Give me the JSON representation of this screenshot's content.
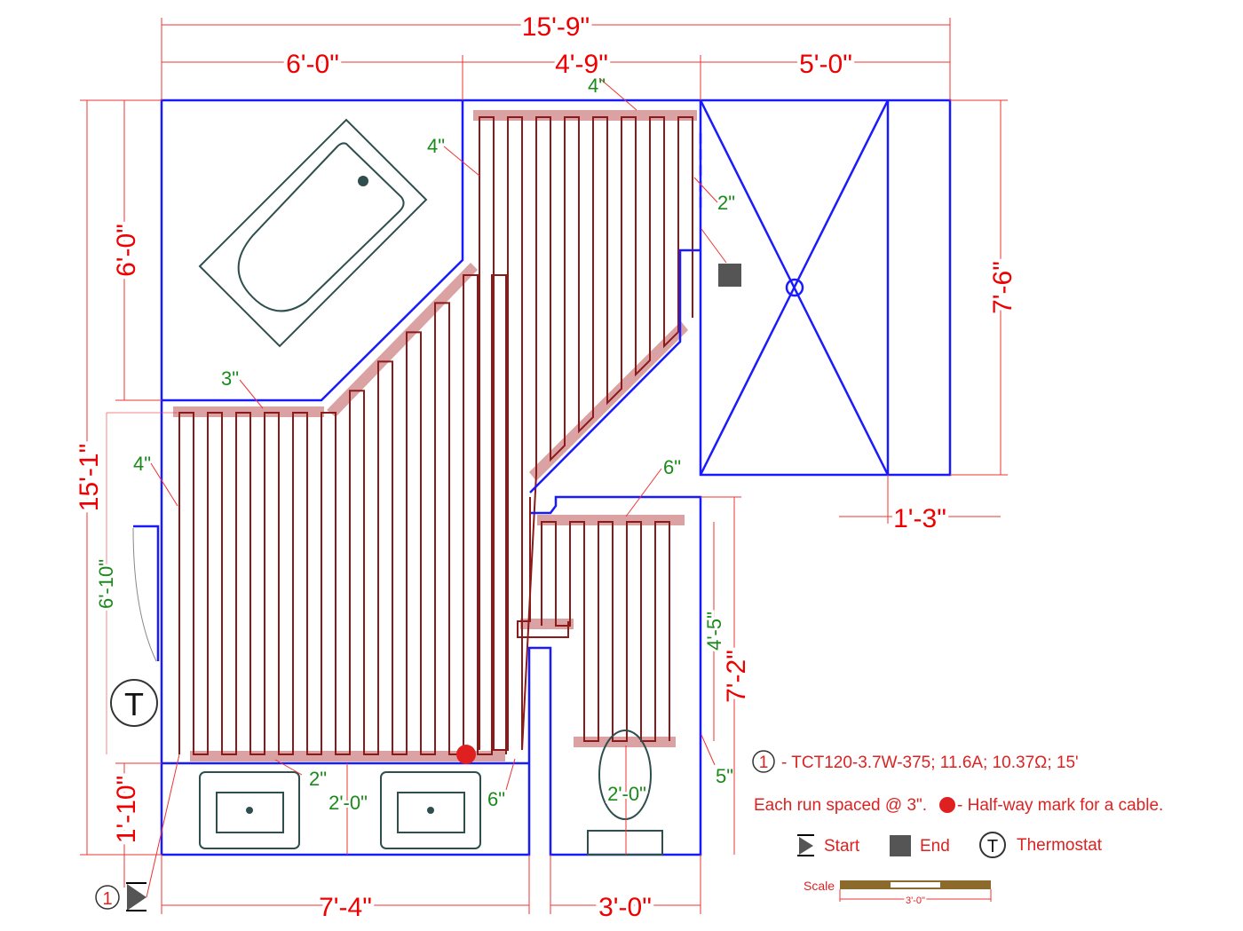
{
  "dimensions": {
    "overall_width": "15'-9\"",
    "top_left": "6'-0\"",
    "top_mid": "4'-9\"",
    "top_right": "5'-0\"",
    "left_overall": "15'-1\"",
    "left_tub": "6'-0\"",
    "left_vanity": "1'-10\"",
    "right_shower": "7'-6\"",
    "right_lower": "7'-2\"",
    "shower_offset": "1'-3\"",
    "bottom_left": "7'-4\"",
    "bottom_right": "3'-0\""
  },
  "spacing_notes": {
    "top_4": "4\"",
    "tub_4": "4\"",
    "shower_2": "2\"",
    "tub_3": "3\"",
    "door_4": "4\"",
    "door_6_10": "6'-10\"",
    "wc_6": "6\"",
    "wc_4_5": "4'-5\"",
    "vanity_2": "2\"",
    "vanity_2_0": "2'-0\"",
    "vanity_6": "6\"",
    "wc_2_0": "2'-0\"",
    "wc_5": "5\""
  },
  "markers": {
    "cable_number": "1",
    "thermostat": "T"
  },
  "legend": {
    "cable_number": "1",
    "cable_spec": "- TCT120-3.7W-375; 11.6A; 10.37Ω; 15'",
    "spacing_text": "Each run spaced @ 3\".",
    "halfway_text": "- Half-way mark for a cable.",
    "start_label": "Start",
    "end_label": "End",
    "thermostat_symbol": "T",
    "thermostat_label": "Thermostat",
    "scale_label": "Scale",
    "scale_length": "3'-0\""
  },
  "colors": {
    "wall": "#1a1aff",
    "cable": "#8b1a1a",
    "dimension": "#e00000",
    "note": "#1a8a1a",
    "halfway": "#e02020",
    "end": "#555555"
  }
}
